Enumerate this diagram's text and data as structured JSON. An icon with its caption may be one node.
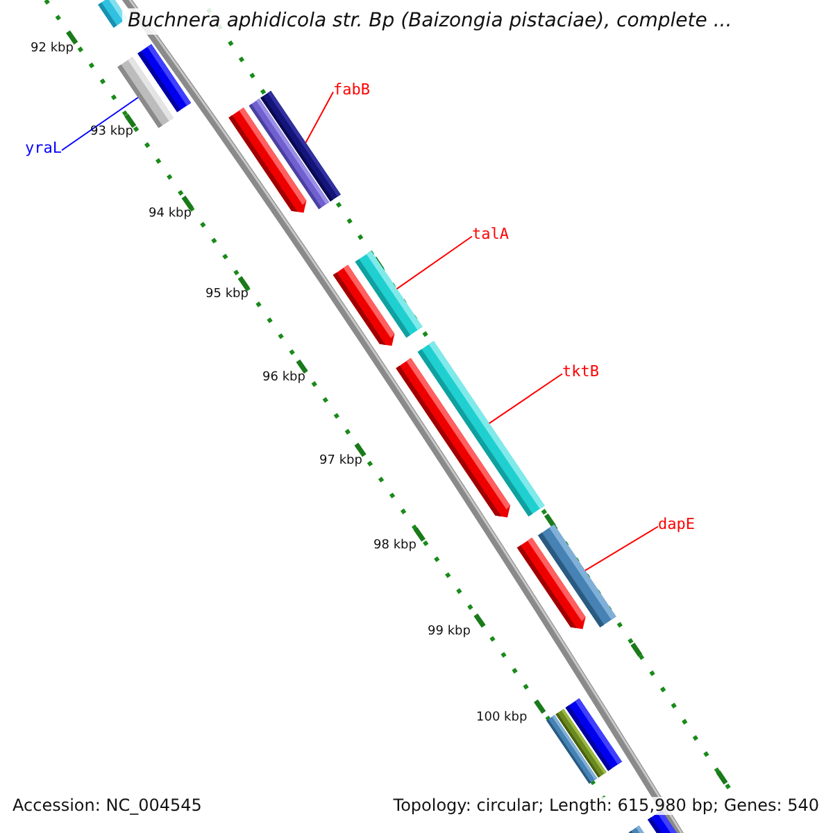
{
  "diagram": {
    "title": "Buchnera aphidicola str. Bp (Baizongia pistaciae), complete ...",
    "nodes": [
      {
        "text": [
          "yraL"
        ]
      },
      {
        "text": [],
        "shape": "bar"
      },
      {
        "text": [
          "fabB"
        ]
      },
      {
        "text": [],
        "shape": "bar"
      },
      {
        "text": [
          "talA"
        ]
      },
      {
        "text": [],
        "shape": "bar"
      },
      {
        "text": [
          "tktB"
        ]
      },
      {
        "text": [],
        "shape": "bar"
      },
      {
        "text": [
          "dapE"
        ]
      },
      {
        "text": [],
        "shape": "bar"
      }
    ],
    "edges": [
      {
        "from": 0,
        "to": 1,
        "arrow": "none",
        "color": "#0000ff"
      },
      {
        "from": 2,
        "to": 3,
        "arrow": "none"
      },
      {
        "from": 4,
        "to": 5,
        "arrow": "none"
      },
      {
        "from": 6,
        "to": 7,
        "arrow": "none"
      },
      {
        "from": 8,
        "to": 9,
        "arrow": "none"
      }
    ],
    "labels": [
      "92 kbp",
      "93 kbp",
      "94 kbp",
      "95 kbp",
      "96 kbp",
      "97 kbp",
      "98 kbp",
      "99 kbp",
      "100 kbp",
      "Accession: NC_004545",
      "Topology: circular; Length: 615,980 bp; Genes: 540"
    ]
  }
}
